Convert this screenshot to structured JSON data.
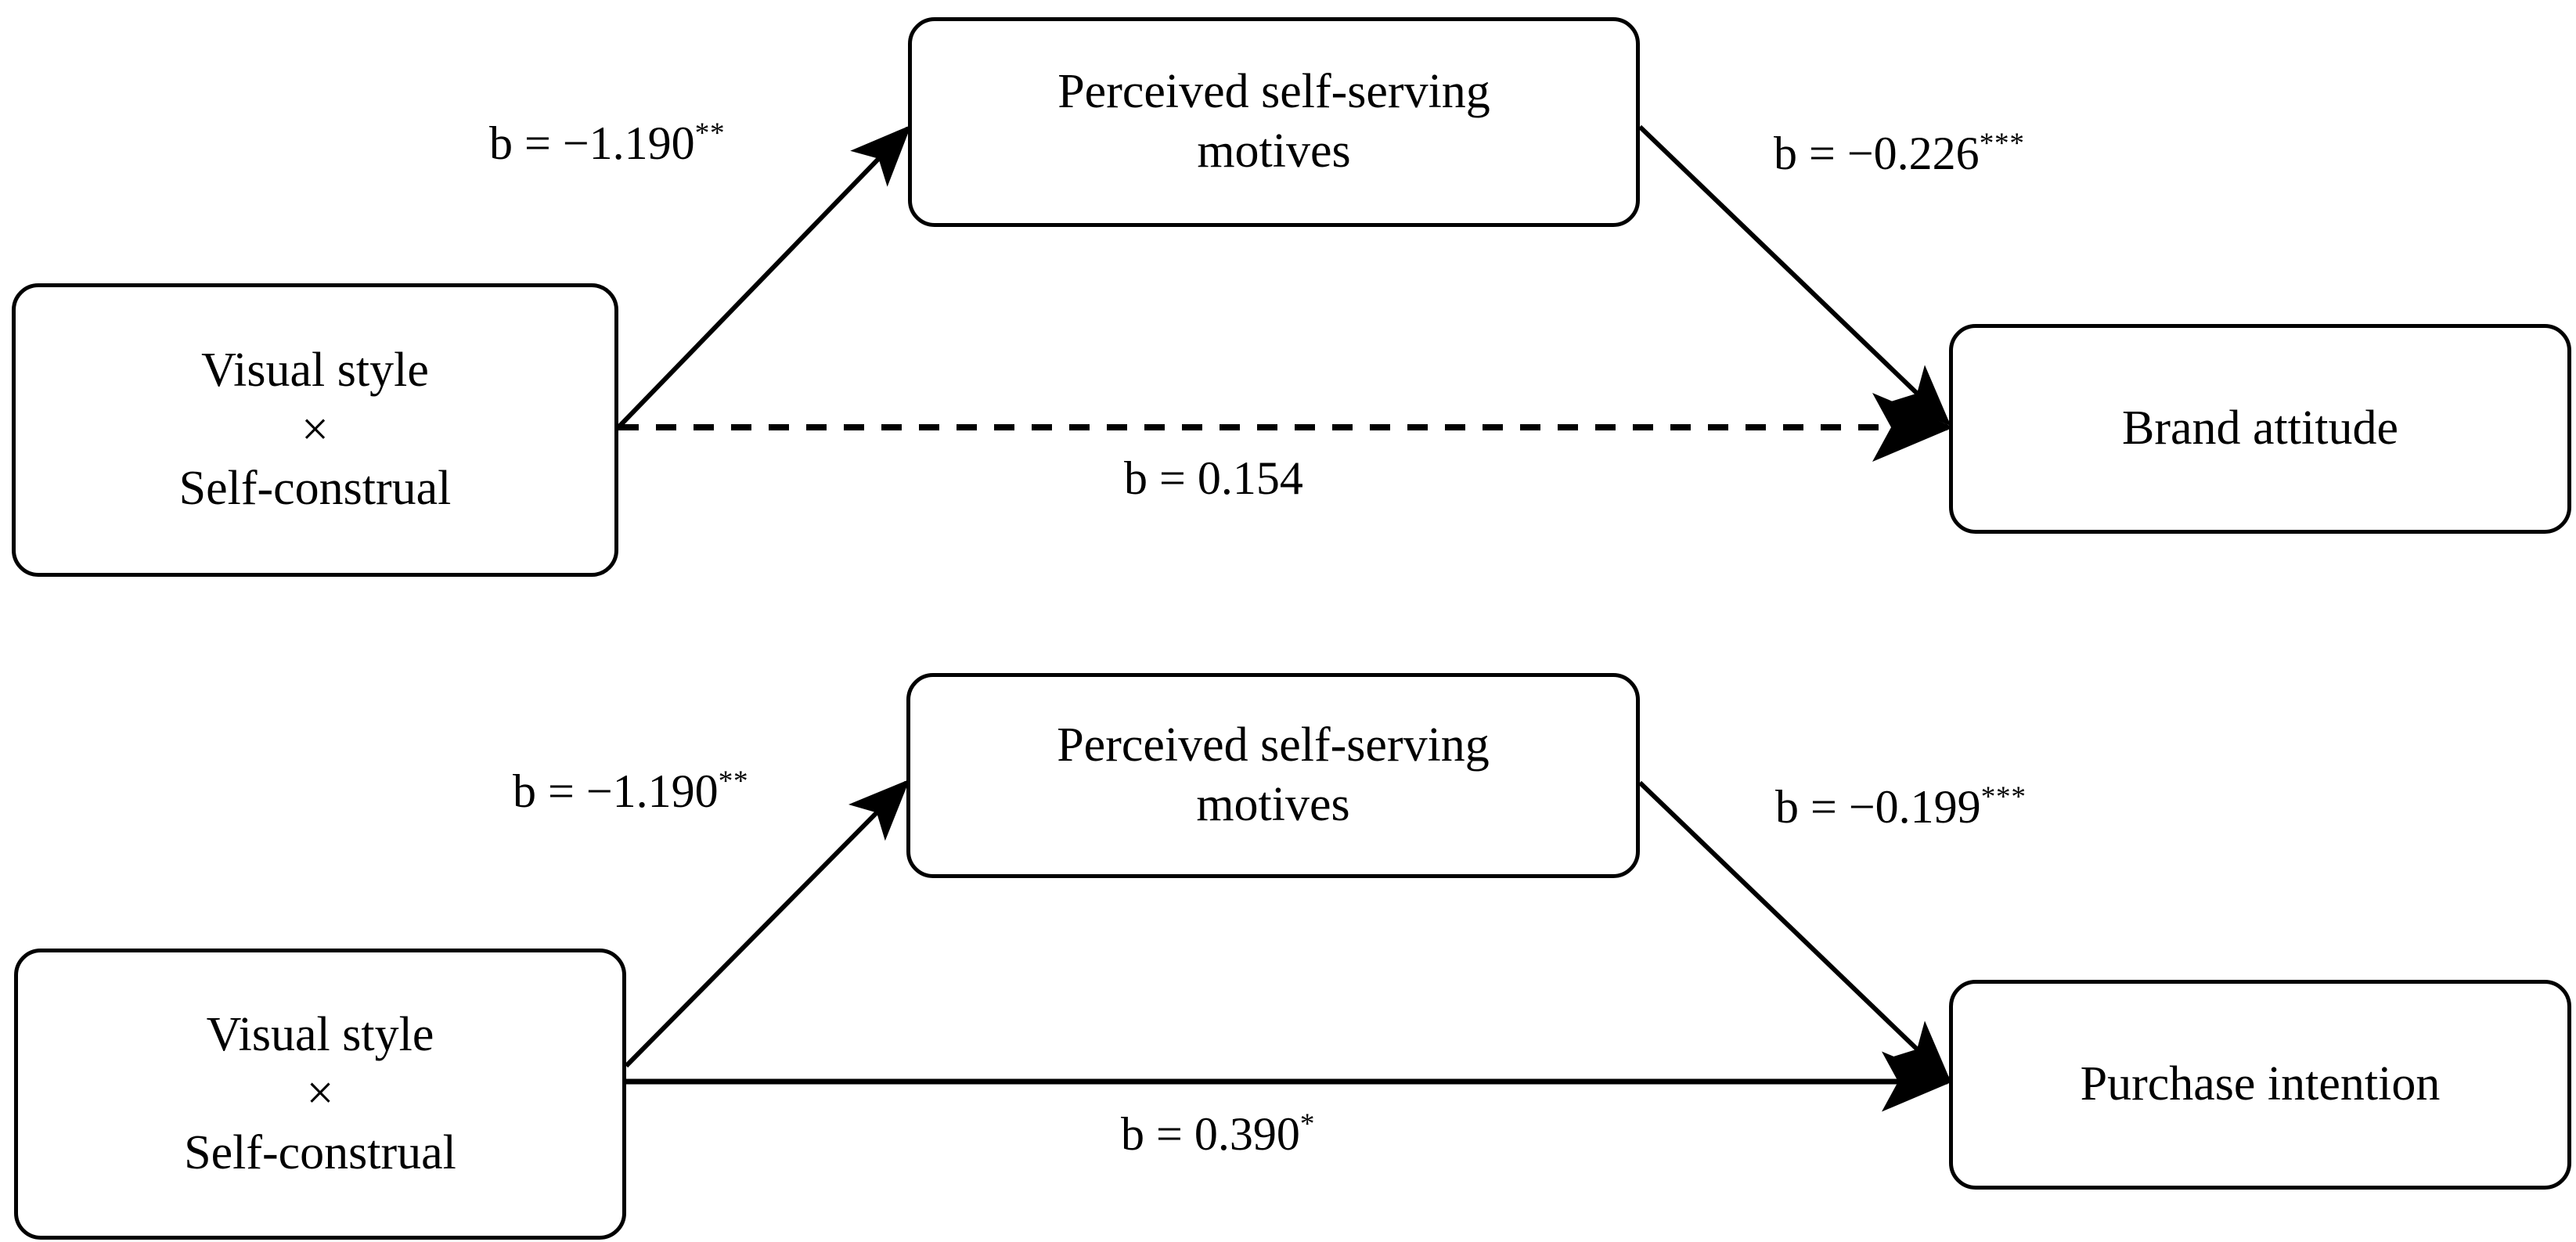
{
  "figure": {
    "background_color": "#ffffff",
    "line_color": "#000000"
  },
  "models": [
    {
      "id": "brand-attitude-model",
      "nodes": {
        "independent": "Visual style\n×\nSelf-construal",
        "mediator": "Perceived self-serving\nmotives",
        "dependent": "Brand attitude"
      },
      "paths": {
        "a": {
          "label": "b = −1.190",
          "stars": "**",
          "style": "solid",
          "significant": true
        },
        "b": {
          "label": "b = −0.226",
          "stars": "***",
          "style": "solid",
          "significant": true
        },
        "c": {
          "label": "b = 0.154",
          "stars": "",
          "style": "dashed",
          "significant": false
        }
      }
    },
    {
      "id": "purchase-intention-model",
      "nodes": {
        "independent": "Visual style\n×\nSelf-construal",
        "mediator": "Perceived self-serving\nmotives",
        "dependent": "Purchase intention"
      },
      "paths": {
        "a": {
          "label": "b = −1.190",
          "stars": "**",
          "style": "solid",
          "significant": true
        },
        "b": {
          "label": "b = −0.199",
          "stars": "***",
          "style": "solid",
          "significant": true
        },
        "c": {
          "label": "b = 0.390",
          "stars": "*",
          "style": "solid",
          "significant": true
        }
      }
    }
  ]
}
